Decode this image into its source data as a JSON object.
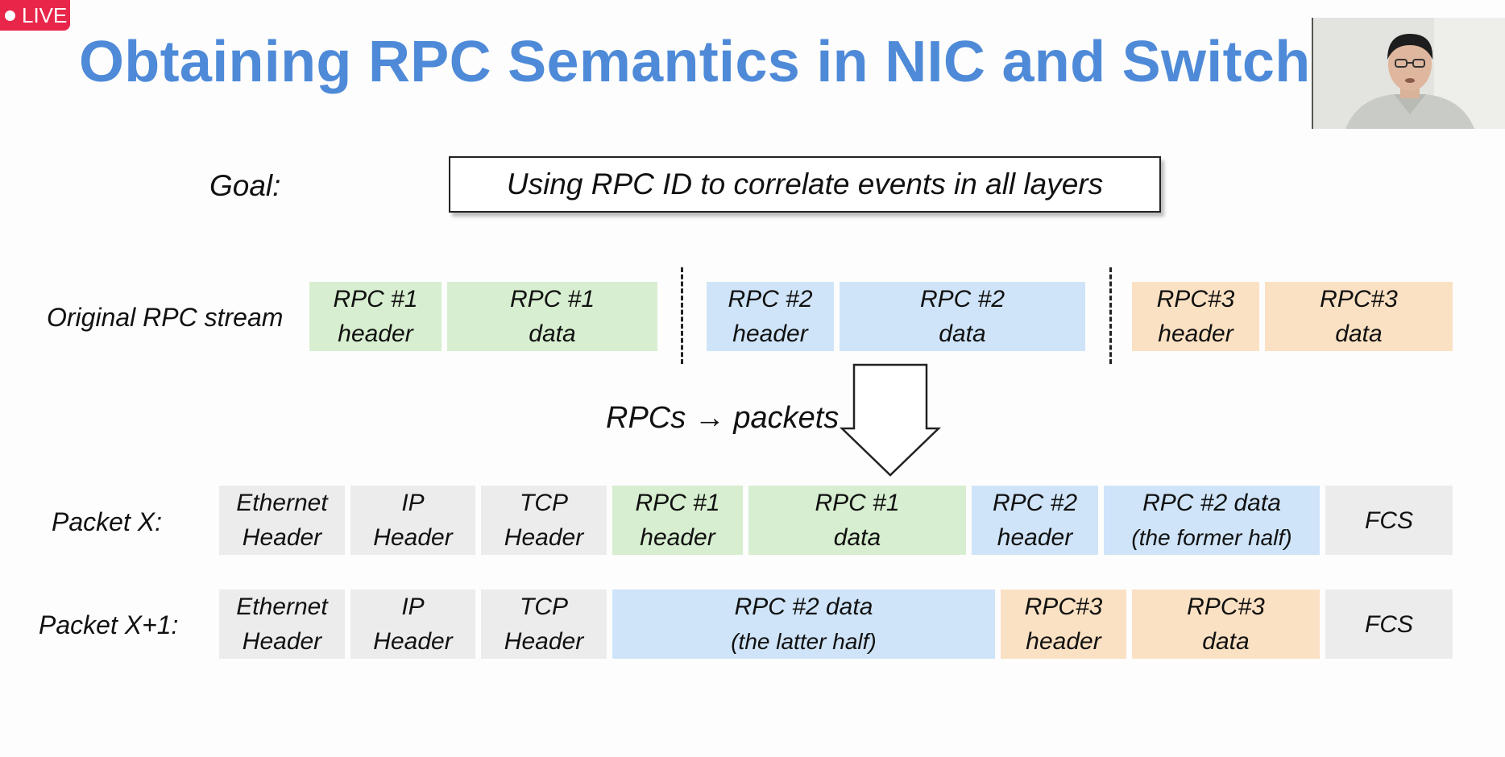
{
  "badge": {
    "live_label": "LIVE"
  },
  "slide": {
    "title": "Obtaining RPC Semantics in NIC and Switch",
    "goal_label": "Goal:",
    "goal_text": "Using RPC ID to correlate events in all layers",
    "stream_label": "Original RPC stream",
    "transform_label": "RPCs → packets",
    "packet_x_label": "Packet X:",
    "packet_x1_label": "Packet X+1:"
  },
  "stream_blocks": [
    {
      "text": "RPC #1\nheader",
      "color": "green"
    },
    {
      "text": "RPC #1\ndata",
      "color": "green"
    },
    {
      "text": "RPC #2\nheader",
      "color": "blue"
    },
    {
      "text": "RPC #2\ndata",
      "color": "blue"
    },
    {
      "text": "RPC#3\nheader",
      "color": "orange"
    },
    {
      "text": "RPC#3\ndata",
      "color": "orange"
    }
  ],
  "packet_x_blocks": [
    {
      "text": "Ethernet\nHeader",
      "color": "gray"
    },
    {
      "text": "IP\nHeader",
      "color": "gray"
    },
    {
      "text": "TCP\nHeader",
      "color": "gray"
    },
    {
      "text": "RPC #1\nheader",
      "color": "green"
    },
    {
      "text": "RPC #1\ndata",
      "color": "green"
    },
    {
      "text": "RPC #2\nheader",
      "color": "blue"
    },
    {
      "text": "RPC #2 data",
      "sub": "(the former half)",
      "color": "blue"
    },
    {
      "text": "FCS",
      "color": "gray"
    }
  ],
  "packet_x1_blocks": [
    {
      "text": "Ethernet\nHeader",
      "color": "gray"
    },
    {
      "text": "IP\nHeader",
      "color": "gray"
    },
    {
      "text": "TCP\nHeader",
      "color": "gray"
    },
    {
      "text": "RPC #2 data",
      "sub": "(the latter half)",
      "color": "blue"
    },
    {
      "text": "RPC#3\nheader",
      "color": "orange"
    },
    {
      "text": "RPC#3\ndata",
      "color": "orange"
    },
    {
      "text": "FCS",
      "color": "gray"
    }
  ],
  "colors": {
    "title": "#4e8ad8",
    "green": "#d7eed0",
    "blue": "#cfe4f8",
    "orange": "#fbe1c3",
    "gray": "#ececec",
    "live": "#e8264a"
  }
}
